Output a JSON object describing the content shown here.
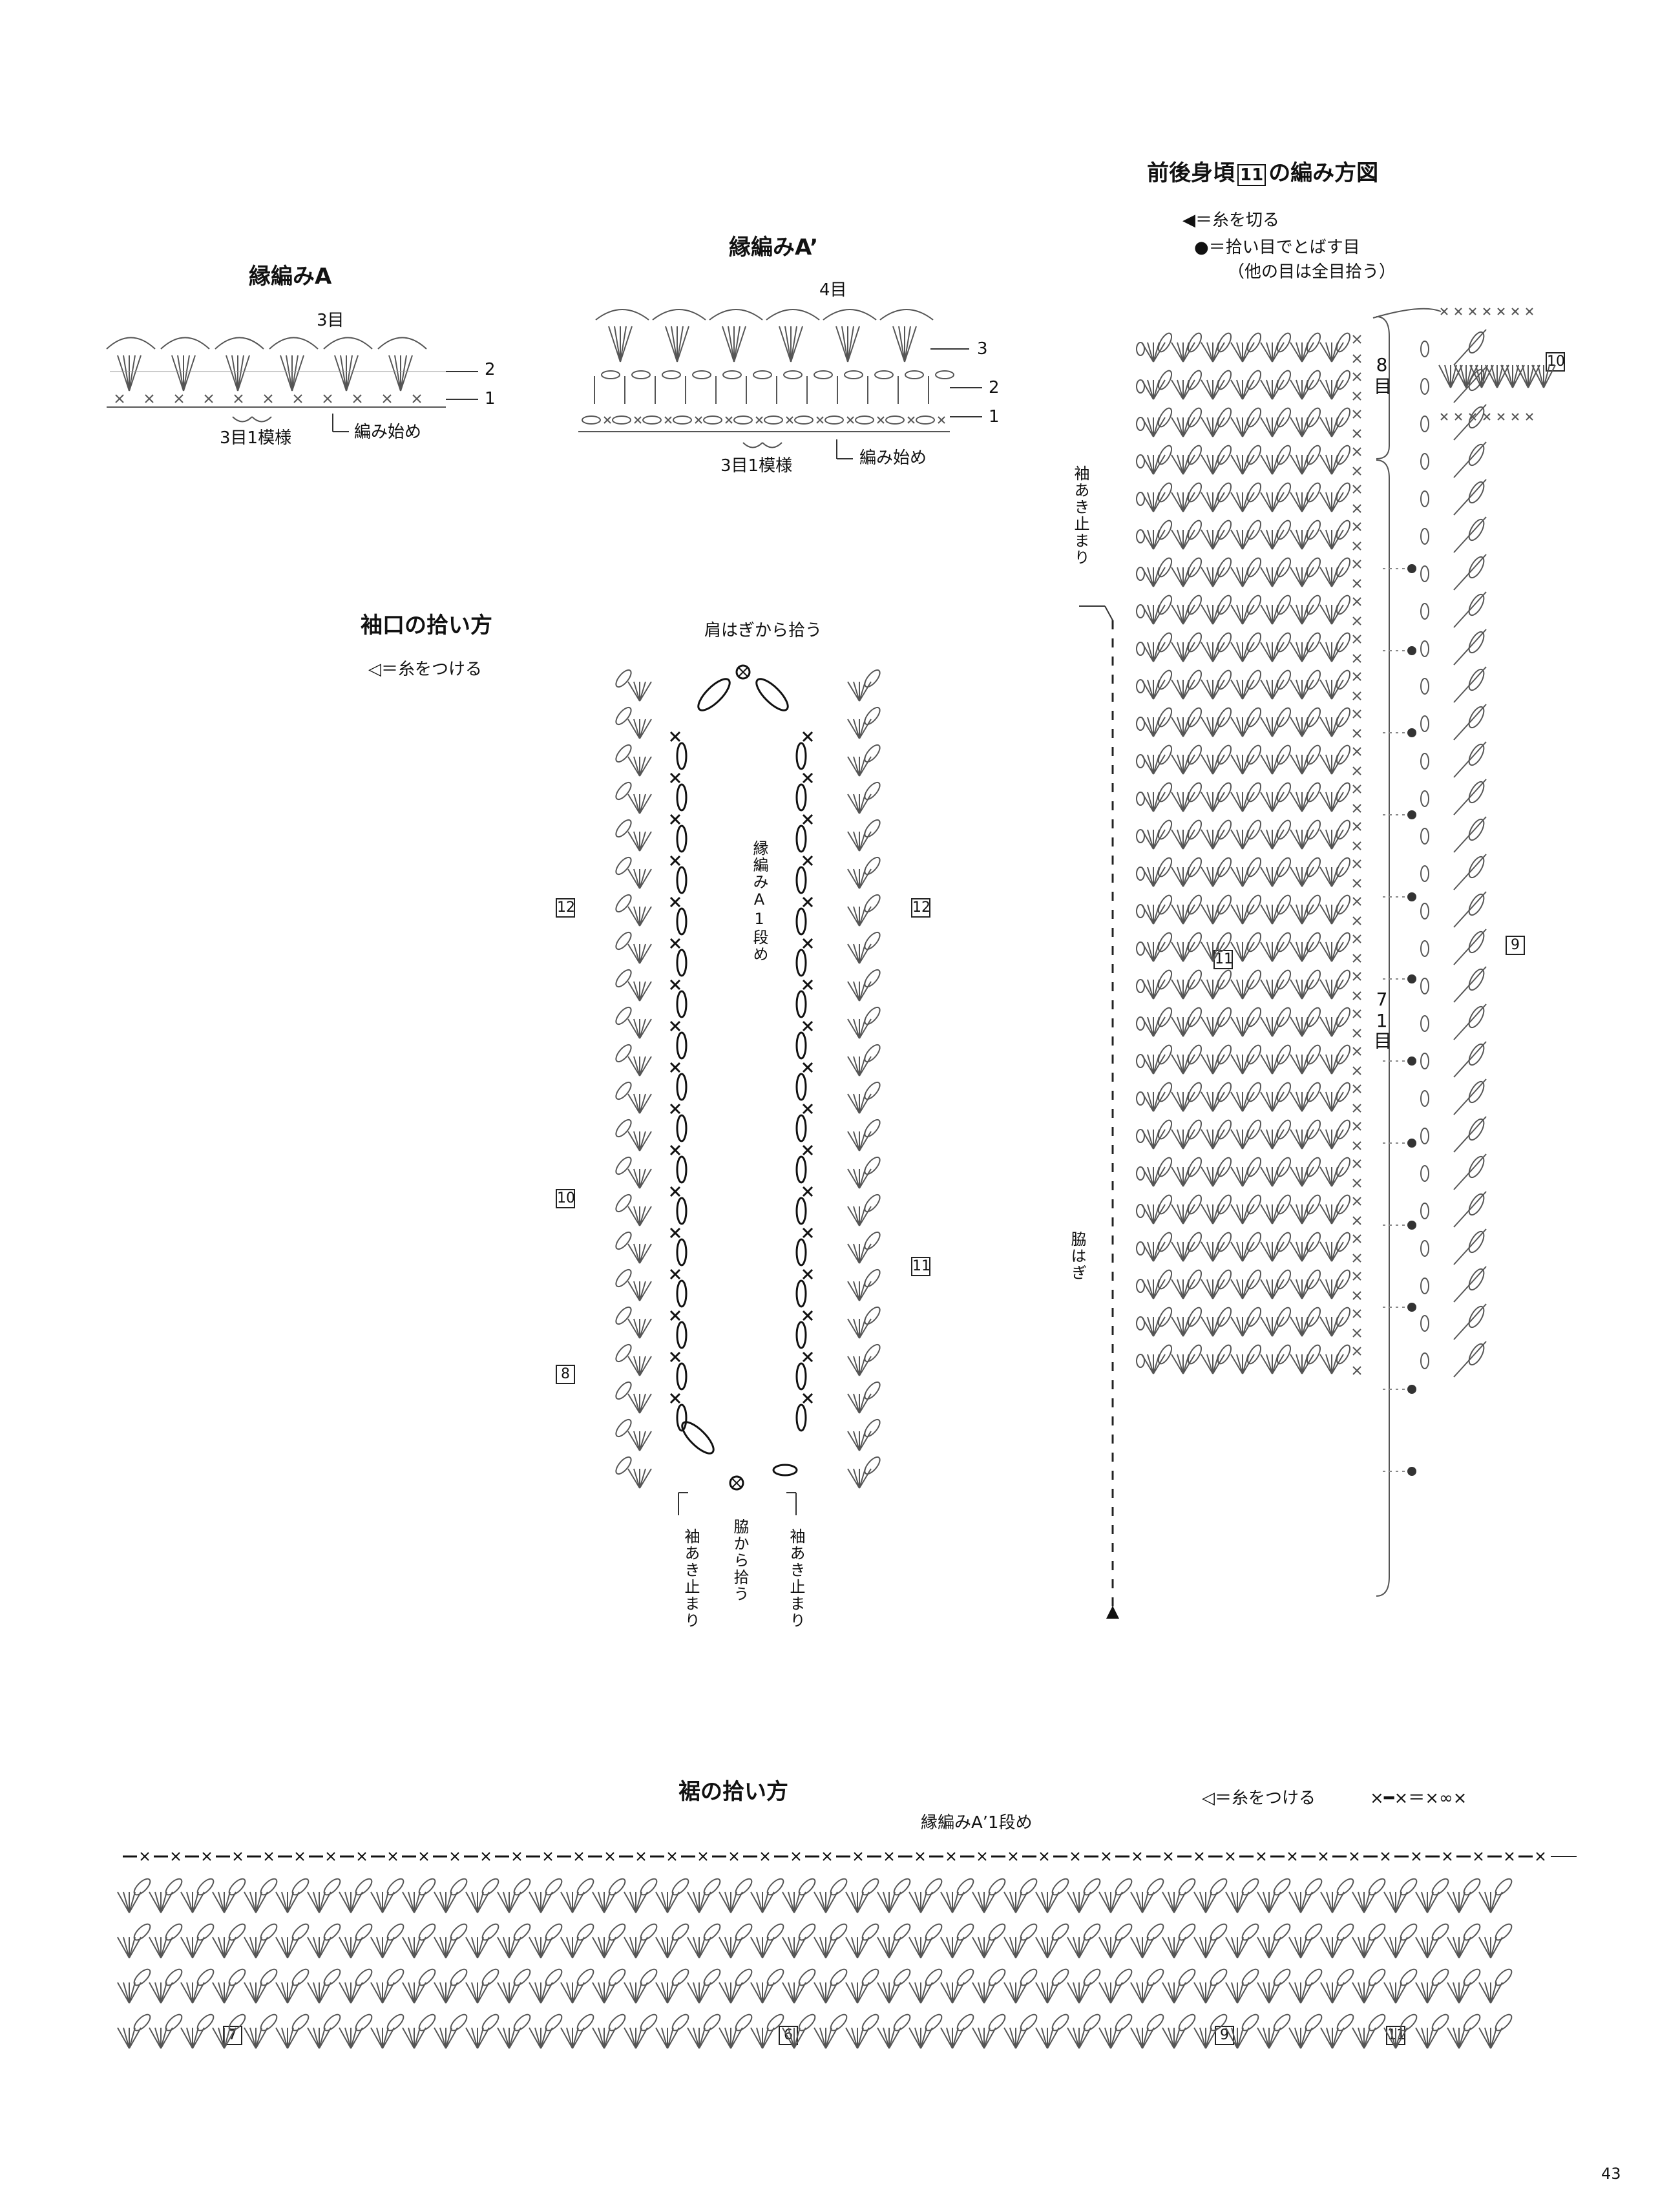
{
  "titles": {
    "edging_a": "縁編みA",
    "edging_a_prime": "縁編みA’",
    "front_back": "前後身頃",
    "front_back_box": "11",
    "front_back_suffix": "の編み方図",
    "cuff": "袖口の拾い方",
    "hem": "裾の拾い方"
  },
  "edging_a": {
    "stitches_label": "3目",
    "repeat_label": "3目1模様",
    "start_label": "編み始め",
    "row_labels": [
      "2",
      "1"
    ]
  },
  "edging_a_prime": {
    "stitches_label": "4目",
    "repeat_label": "3目1模様",
    "start_label": "編み始め",
    "row_labels": [
      "3",
      "2",
      "1"
    ]
  },
  "front_back": {
    "legend_cut": "◀＝糸を切る",
    "legend_skip_line1": "●＝拾い目でとばす目",
    "legend_skip_line2": "（他の目は全目拾う）",
    "count_top": "8目",
    "count_main": "71目",
    "sleeve_stop": "袖あき止まり",
    "side_seam": "脇はぎ",
    "boxes": [
      "10",
      "11",
      "9"
    ]
  },
  "cuff": {
    "legend_attach": "◁＝糸をつける",
    "shoulder": "肩はぎから拾う",
    "edging_row": "縁編みA1段め",
    "side": "脇から拾う",
    "sleeve_stop_left": "袖あき止まり",
    "sleeve_stop_right": "袖あき止まり",
    "boxes_left": [
      "12",
      "10",
      "8"
    ],
    "boxes_right": [
      "12",
      "11"
    ]
  },
  "hem": {
    "legend_attach": "◁＝糸をつける",
    "legend_equiv": "×━×＝×∞×",
    "edging_row": "縁編みA’1段め",
    "boxes": [
      "7",
      "6",
      "9",
      "11"
    ]
  },
  "page_number": "43"
}
